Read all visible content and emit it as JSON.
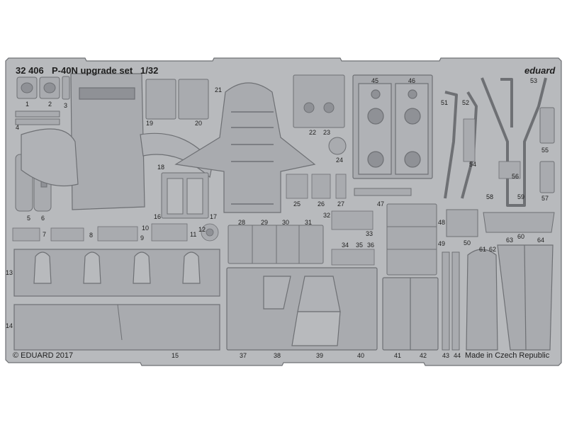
{
  "sheet": {
    "code": "32 406",
    "title": "P-40N upgrade set",
    "scale": "1/32",
    "brand": "eduard",
    "copyright": "© EDUARD 2017",
    "origin": "Made in Czech Republic"
  },
  "colors": {
    "background": "#ffffff",
    "metal": "#b8babd",
    "metal_edge": "#6e7074",
    "part": "#a9abaf",
    "part_dark": "#8f9196",
    "etch": "#7d7f84",
    "text": "#1e1e1e"
  },
  "parts": [
    "1",
    "2",
    "3",
    "4",
    "5",
    "6",
    "7",
    "8",
    "9",
    "10",
    "11",
    "12",
    "13",
    "14",
    "15",
    "16",
    "17",
    "18",
    "19",
    "20",
    "21",
    "22",
    "23",
    "24",
    "25",
    "26",
    "27",
    "28",
    "29",
    "30",
    "31",
    "32",
    "33",
    "34",
    "35",
    "36",
    "37",
    "38",
    "39",
    "40",
    "41",
    "42",
    "43",
    "44",
    "45",
    "46",
    "47",
    "48",
    "49",
    "50",
    "51",
    "52",
    "53",
    "54",
    "55",
    "56",
    "57",
    "58",
    "59",
    "60",
    "61",
    "62",
    "63",
    "64"
  ]
}
